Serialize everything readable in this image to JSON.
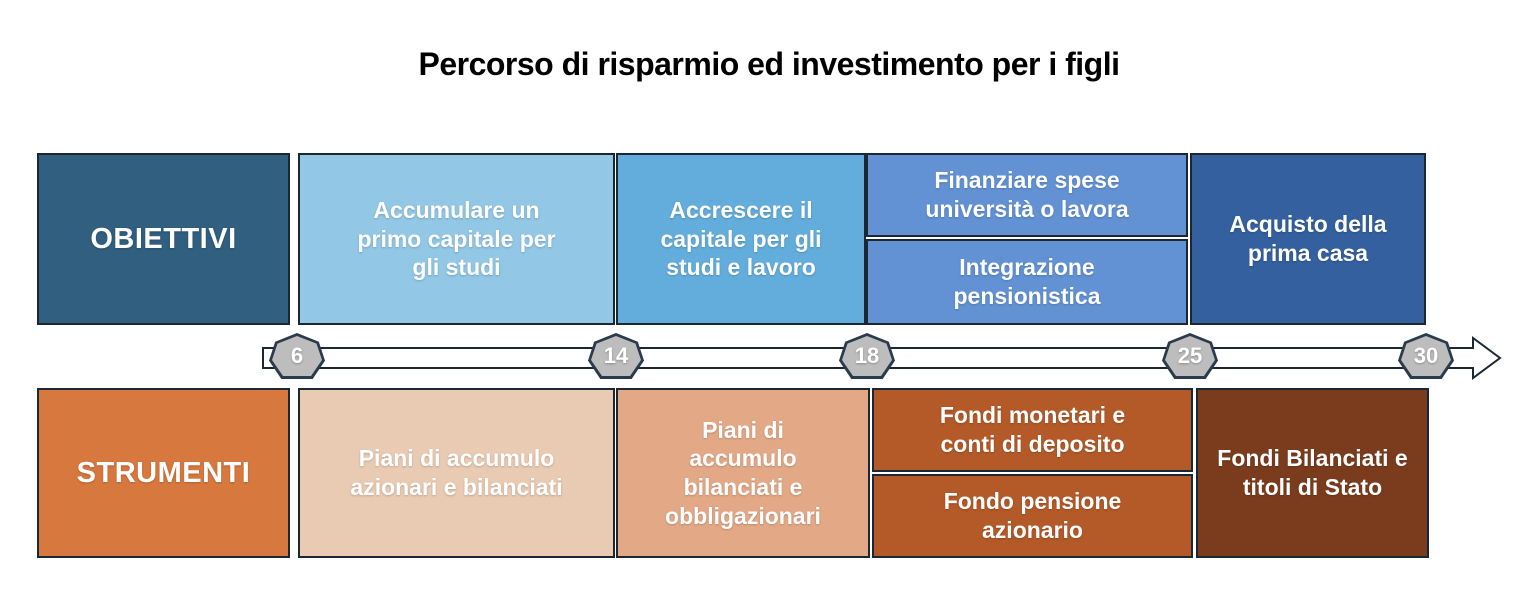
{
  "title": "Percorso di risparmio ed investimento per i figli",
  "objectives": {
    "label": "OBIETTIVI",
    "cells": {
      "c1": "Accumulare un primo capitale per gli studi",
      "c2": "Accrescere il capitale per gli studi e lavoro",
      "c3a": "Finanziare spese università o lavora",
      "c3b": "Integrazione pensionistica",
      "c4": "Acquisto della prima casa"
    }
  },
  "timeline": {
    "ages": [
      "6",
      "14",
      "18",
      "25",
      "30"
    ]
  },
  "instruments": {
    "label": "STRUMENTI",
    "cells": {
      "c1": "Piani di accumulo azionari e bilanciati",
      "c2": "Piani di accumulo bilanciati e obbligazionari",
      "c3a": "Fondi monetari e conti di deposito",
      "c3b": "Fondo pensione azionario",
      "c4": "Fondi Bilanciati e titoli di Stato"
    }
  },
  "colors": {
    "objectives_label_bg": "#305F80",
    "objectives_cell1_bg": "#92C7E6",
    "objectives_cell2_bg": "#63ADDD",
    "objectives_cell3_bg": "#6292D4",
    "objectives_cell4_bg": "#34609F",
    "instruments_label_bg": "#D7783F",
    "instruments_cell1_bg": "#E9CAB2",
    "instruments_cell2_bg": "#E3A987",
    "instruments_cell3_bg": "#B45A29",
    "instruments_cell4_bg": "#7B3C1D",
    "border": "#1B2733",
    "marker_fill": "#BDBDBD",
    "text": "#FFFFFF"
  }
}
